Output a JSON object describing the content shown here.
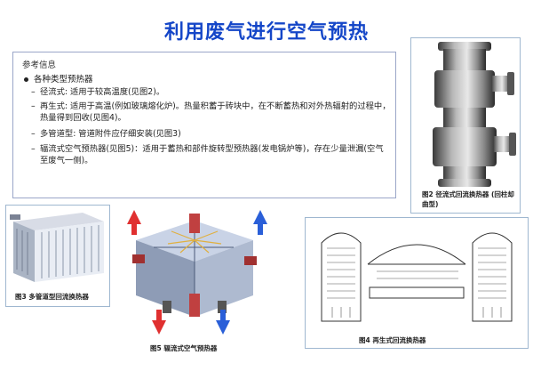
{
  "title": "利用废气进行空气预热",
  "info": {
    "ref": "参考信息",
    "bullet": "各种类型预热器",
    "items": [
      "径流式: 适用于较高温度(见图2)。",
      "再生式: 适用于高温(例如玻璃熔化炉)。热量积蓄于砖块中，在不断蓄热和对外热辐射的过程中，热量得到回收(见图4)。",
      "多管道型: 管道附件应仔细安装(见图3)",
      "辐流式空气预热器(见图5)：适用于蓄热和部件旋转型预热器(发电锅炉等)，存在少量泄漏(空气至废气一侧)。"
    ]
  },
  "figures": {
    "fig2": "图2 径流式回流换热器 (回柱却曲型)",
    "fig3": "图3 多管道型回流换热器",
    "fig5": "图5 辐流式空气预热器",
    "fig4": "图4 再生式回流换热器"
  },
  "colors": {
    "title": "#1446c8",
    "arrow_red": "#e03030",
    "arrow_blue": "#2a5fd8"
  }
}
